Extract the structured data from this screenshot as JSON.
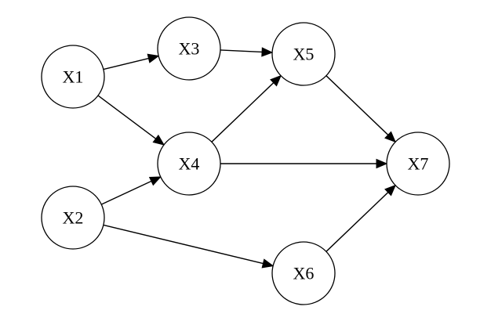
{
  "diagram": {
    "nodes": [
      {
        "id": "X1",
        "label": "X1"
      },
      {
        "id": "X2",
        "label": "X2"
      },
      {
        "id": "X3",
        "label": "X3"
      },
      {
        "id": "X4",
        "label": "X4"
      },
      {
        "id": "X5",
        "label": "X5"
      },
      {
        "id": "X6",
        "label": "X6"
      },
      {
        "id": "X7",
        "label": "X7"
      }
    ],
    "edges": [
      {
        "from": "X1",
        "to": "X3"
      },
      {
        "from": "X1",
        "to": "X4"
      },
      {
        "from": "X2",
        "to": "X4"
      },
      {
        "from": "X2",
        "to": "X6"
      },
      {
        "from": "X3",
        "to": "X5"
      },
      {
        "from": "X4",
        "to": "X5"
      },
      {
        "from": "X4",
        "to": "X7"
      },
      {
        "from": "X5",
        "to": "X7"
      },
      {
        "from": "X6",
        "to": "X7"
      }
    ],
    "colors": {
      "node_fill": "#ffffff",
      "stroke": "#000000",
      "background": "#ffffff"
    }
  }
}
